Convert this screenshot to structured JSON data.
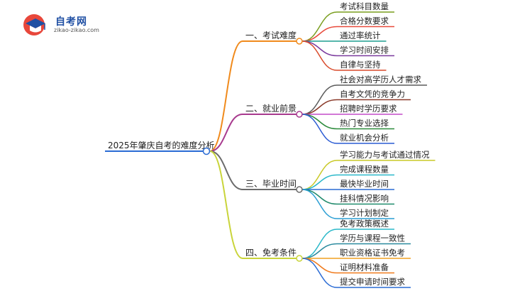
{
  "logo": {
    "name": "自考网",
    "url": "zikao-zikao.com"
  },
  "root": {
    "label": "2025年肇庆自考的难度分析"
  },
  "branches": [
    {
      "label": "一、考试难度",
      "color": "#f08a1c",
      "leaves": [
        {
          "label": "考试科目数量",
          "color": "#7a9e1f"
        },
        {
          "label": "合格分数要求",
          "color": "#e84a3b"
        },
        {
          "label": "通过率统计",
          "color": "#1f9e8f"
        },
        {
          "label": "学习时间安排",
          "color": "#7b3a9e"
        },
        {
          "label": "自律与坚持",
          "color": "#d94a2b"
        }
      ]
    },
    {
      "label": "二、就业前景",
      "color": "#a83a8e",
      "leaves": [
        {
          "label": "社会对高学历人才需求",
          "color": "#5b5b5b"
        },
        {
          "label": "自考文凭的竞争力",
          "color": "#8a3a2a"
        },
        {
          "label": "招聘时学历要求",
          "color": "#c44bc9"
        },
        {
          "label": "热门专业选择",
          "color": "#2a8a3a"
        },
        {
          "label": "就业机会分析",
          "color": "#2a5bd4"
        }
      ]
    },
    {
      "label": "三、毕业时间",
      "color": "#6b6b6b",
      "leaves": [
        {
          "label": "学习能力与考试通过情况",
          "color": "#c9c926"
        },
        {
          "label": "完成课程数量",
          "color": "#2ab8c9"
        },
        {
          "label": "最快毕业时间",
          "color": "#2a6bd4"
        },
        {
          "label": "挂科情况影响",
          "color": "#1f8a6b"
        },
        {
          "label": "学习计划制定",
          "color": "#2a9ed4"
        }
      ]
    },
    {
      "label": "四、免考条件",
      "color": "#c9d43a",
      "leaves": [
        {
          "label": "免考政策概述",
          "color": "#2ab8c9"
        },
        {
          "label": "学历与课程一致性",
          "color": "#2a8a9e"
        },
        {
          "label": "职业资格证书免考",
          "color": "#f0a020"
        },
        {
          "label": "证明材料准备",
          "color": "#f07a1c"
        },
        {
          "label": "提交申请时间要求",
          "color": "#2a6bd4"
        }
      ]
    }
  ]
}
